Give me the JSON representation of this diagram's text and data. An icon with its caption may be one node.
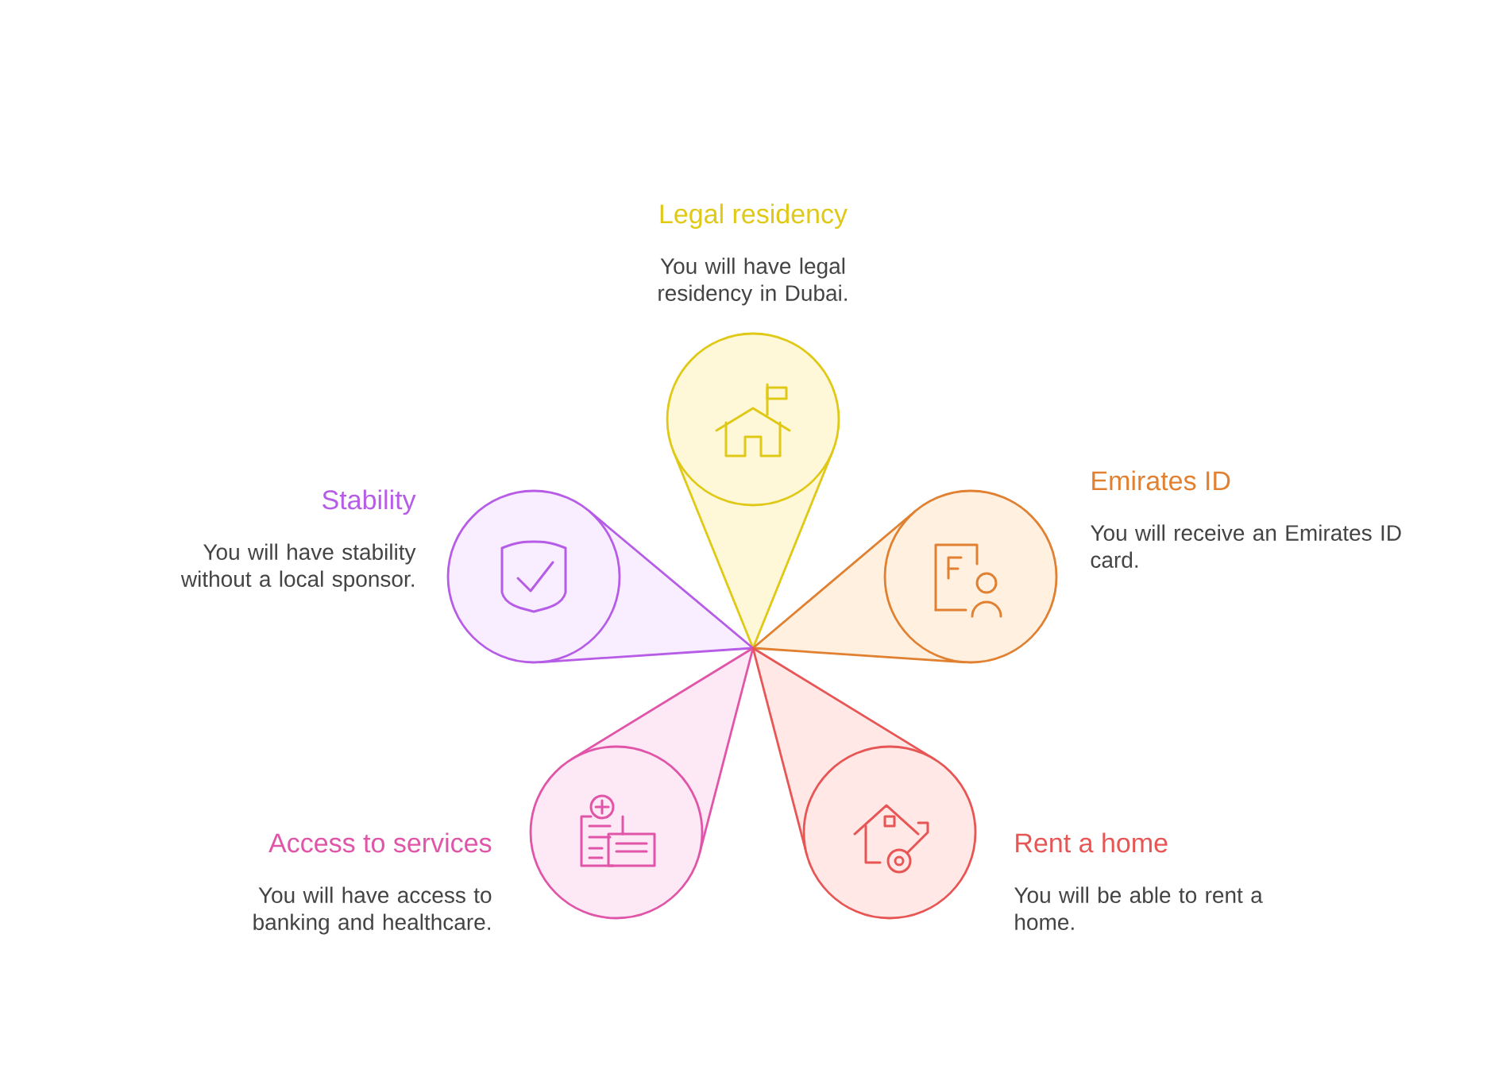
{
  "diagram": {
    "nodes": [
      {
        "text": [
          "Legal residency",
          "You will have legal residency in Dubai."
        ]
      },
      {
        "text": [
          "Stability",
          "You will have stability without a local sponsor."
        ]
      },
      {
        "text": [
          "Emirates ID",
          "You will receive an Emirates ID card."
        ]
      },
      {
        "text": [
          "Access to services",
          "You will have access to banking and healthcare."
        ]
      },
      {
        "text": [
          "Rent a home",
          "You will be able to rent a home."
        ]
      }
    ]
  }
}
